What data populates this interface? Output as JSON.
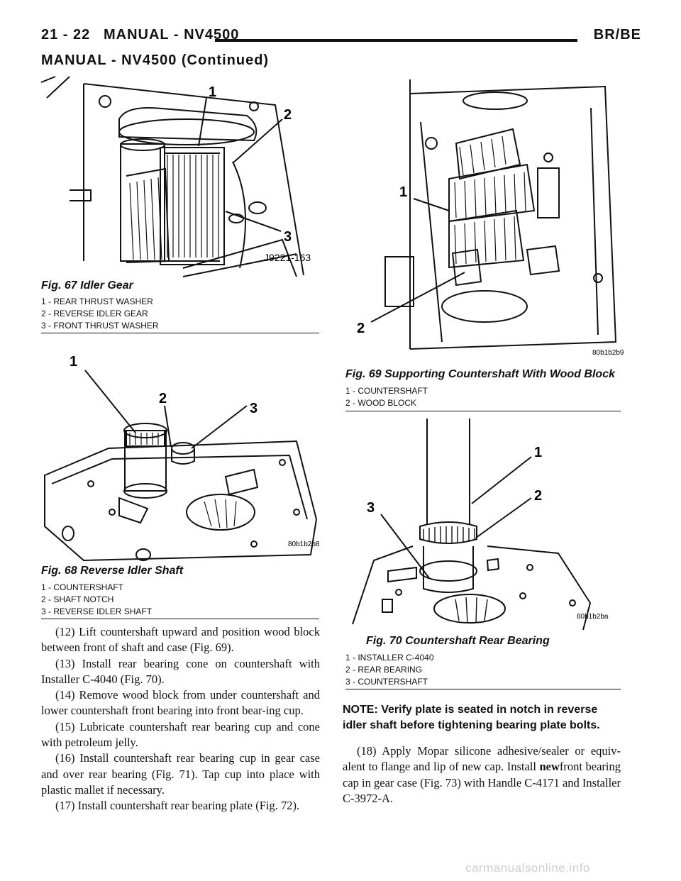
{
  "header": {
    "page_number": "21 - 22",
    "section": "MANUAL - NV4500",
    "model": "BR/BE"
  },
  "continued_title": "MANUAL - NV4500 (Continued)",
  "figures": {
    "fig67": {
      "caption": "Fig. 67 Idler Gear",
      "code": "J9221-163",
      "legend": [
        "1 - REAR THRUST WASHER",
        "2 - REVERSE IDLER GEAR",
        "3 - FRONT THRUST WASHER"
      ],
      "callouts": [
        "1",
        "2",
        "3"
      ]
    },
    "fig68": {
      "caption": "Fig. 68 Reverse Idler Shaft",
      "code": "80b1b2b8",
      "legend": [
        "1 - COUNTERSHAFT",
        "2 - SHAFT NOTCH",
        "3 - REVERSE IDLER SHAFT"
      ],
      "callouts": [
        "1",
        "2",
        "3"
      ]
    },
    "fig69": {
      "caption": "Fig. 69 Supporting Countershaft With Wood Block",
      "code": "80b1b2b9",
      "legend": [
        "1 - COUNTERSHAFT",
        "2 - WOOD BLOCK"
      ],
      "callouts": [
        "1",
        "2"
      ]
    },
    "fig70": {
      "caption": "Fig. 70 Countershaft Rear Bearing",
      "code": "80b1b2ba",
      "legend": [
        "1 - INSTALLER C-4040",
        "2 - REAR BEARING",
        "3 - COUNTERSHAFT"
      ],
      "callouts": [
        "1",
        "2",
        "3"
      ]
    }
  },
  "left_text": [
    "(12) Lift countershaft upward and position wood block between front of shaft and case (Fig. 69).",
    "(13) Install rear bearing cone on countershaft with Installer C-4040 (Fig. 70).",
    "(14) Remove wood block from under countershaft and lower countershaft front bearing into front bear-ing cup.",
    "(15) Lubricate countershaft rear bearing cup and cone with petroleum jelly.",
    "(16) Install countershaft rear bearing cup in gear case and over rear bearing (Fig. 71). Tap cup into place with plastic mallet if necessary.",
    "(17) Install countershaft rear bearing plate (Fig. 72)."
  ],
  "note": "NOTE: Verify plate is seated in notch in reverse idler shaft before tightening bearing plate bolts.",
  "step18": {
    "before": "(18) Apply Mopar silicone adhesive/sealer or equiv-alent to flange and lip of new cap. Install ",
    "emphasis": "new",
    "after": "front bearing cap in gear case (Fig. 73) with Handle C-4171 and Installer C-3972-A."
  },
  "watermark": "carmanualsonline.info"
}
